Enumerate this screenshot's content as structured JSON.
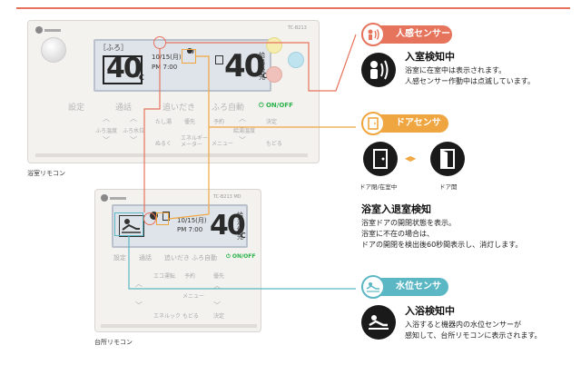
{
  "bath_remote": {
    "caption": "浴室リモコン",
    "model": "TC-B213",
    "lcd_tag": "［ふろ］",
    "temp_left": "40",
    "unit_left": "℃",
    "date": "10/15(月)",
    "time": "PM 7:00",
    "temp_right": "40",
    "unit_right": "℃",
    "side_text": "給湯\n優先",
    "buttons": {
      "settei": "設定",
      "tsuwa": "通話",
      "oidaki": "追いだき",
      "furo_jido": "ふろ自動",
      "onoff": "ON/OFF",
      "kashi": "たし湯",
      "yusen": "優先",
      "yoyaku": "予約",
      "kettei": "決定",
      "nuruku": "ぬるく",
      "energy": "エネルギー\nメーター",
      "menu": "メニュー",
      "modoru": "もどる",
      "furo_ondo": "ふろ温度",
      "furo_mizu": "ふろ水位",
      "kyutou_ondo": "給湯温度"
    }
  },
  "kitchen_remote": {
    "caption": "台所リモコン",
    "model": "TC-B213 MD",
    "date": "10/15(月)",
    "time": "PM 7:00",
    "temp": "40",
    "unit": "℃",
    "side_text": "給湯\n優先",
    "buttons": {
      "settei": "設定",
      "tsuwa": "通話",
      "oidaki": "追いだき",
      "furo_jido": "ふろ自動",
      "onoff": "ON/OFF",
      "eco": "エコ運転",
      "yoyaku": "予約",
      "yusen": "優先",
      "menu": "メニュー",
      "energy": "エネルック",
      "modoru": "もどる",
      "kettei": "決定"
    }
  },
  "sensors": {
    "person": {
      "pill": "人感センサー",
      "heading": "入室検知中",
      "lines": [
        "浴室に在室中は表示されます。",
        "人感センサー作動中は点滅しています。"
      ]
    },
    "door": {
      "pill": "ドアセンサー",
      "closed_label": "ドア閉/在室中",
      "open_label": "ドア開",
      "heading": "浴室入退室検知",
      "lines": [
        "浴室ドアの開閉状態を表示。",
        "浴室に不在の場合は、",
        "ドアの開閉を検出後60秒間表示し、消灯します。"
      ]
    },
    "water": {
      "pill": "水位センサー",
      "heading": "入浴検知中",
      "lines": [
        "入浴すると機器内の水位センサーが",
        "感知して、台所リモコンに表示されます。"
      ]
    }
  },
  "colors": {
    "person": "#e6735c",
    "door": "#f0a640",
    "water": "#5cb7c5",
    "onoff": "#2bb24c"
  },
  "icons": [
    "person-sensor-icon",
    "door-icon",
    "door-open-icon",
    "bather-icon",
    "power-icon"
  ]
}
